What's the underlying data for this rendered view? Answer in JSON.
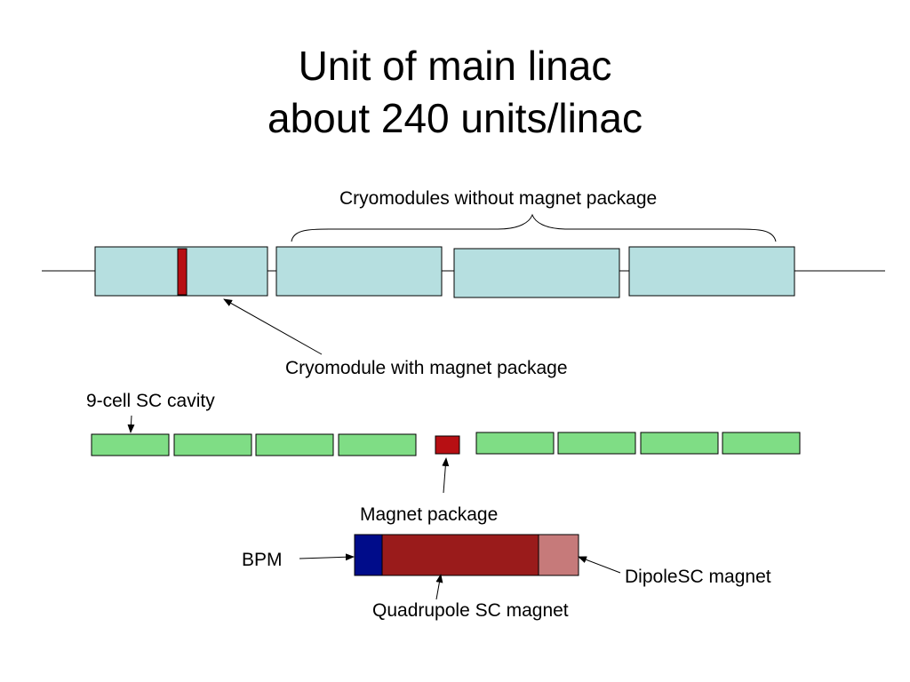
{
  "title": {
    "line1": "Unit of main linac",
    "line2": "about 240 units/linac"
  },
  "labels": {
    "cryo_without": "Cryomodules without magnet package",
    "cryo_with": "Cryomodule with magnet package",
    "cavity": "9-cell SC cavity",
    "magnet_package": "Magnet package",
    "bpm": "BPM",
    "quadrupole": "Quadrupole SC magnet",
    "dipole": "DipoleSC magnet"
  },
  "colors": {
    "cryomodule": "#b6dfe0",
    "cavity": "#7fdd85",
    "magnet": "#b70f13",
    "bpm": "#000c8a",
    "quadrupole": "#9a1b1b",
    "dipole": "#c67a7a"
  }
}
